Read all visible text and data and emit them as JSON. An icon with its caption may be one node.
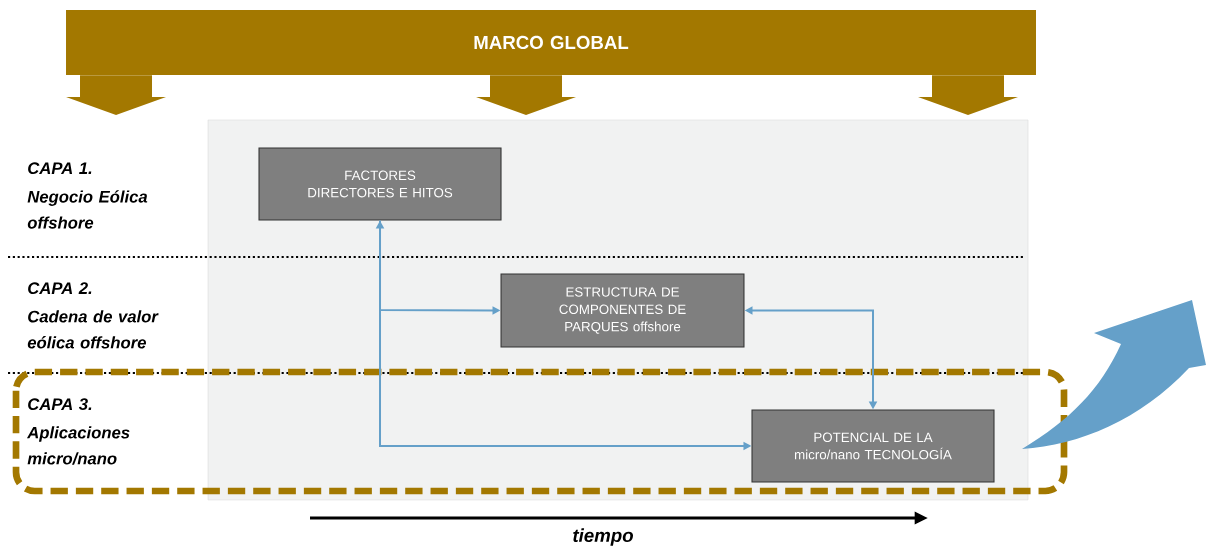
{
  "diagram": {
    "nodes": [
      {
        "text": [
          "MARCO GLOBAL"
        ]
      },
      {
        "text": [
          "FACTORES DIRECTORES E HITOS"
        ]
      },
      {
        "text": [
          "ESTRUCTURA DE COMPONENTES DE PARQUES offshore"
        ]
      },
      {
        "text": [
          "POTENCIAL DE LA micro/nano TECNOLOGÍA"
        ]
      }
    ],
    "edges": [
      {
        "from": 3,
        "to": 1,
        "arrow": "both"
      },
      {
        "from": 1,
        "to": 2,
        "arrow": "to"
      },
      {
        "from": 2,
        "to": 3,
        "arrow": "both"
      },
      {
        "from": 0,
        "to": null,
        "arrow": "to",
        "color": "#a37800",
        "style": "thick"
      },
      {
        "from": 0,
        "to": null,
        "arrow": "to",
        "color": "#a37800",
        "style": "thick"
      },
      {
        "from": 0,
        "to": null,
        "arrow": "to",
        "color": "#a37800",
        "style": "thick"
      }
    ],
    "labels": [
      "CAPA 1.",
      "Negocio Eólica offshore",
      "CAPA 2.",
      "Cadena de valor eólica offshore",
      "CAPA 3.",
      "Aplicaciones micro/nano",
      "tiempo"
    ]
  }
}
